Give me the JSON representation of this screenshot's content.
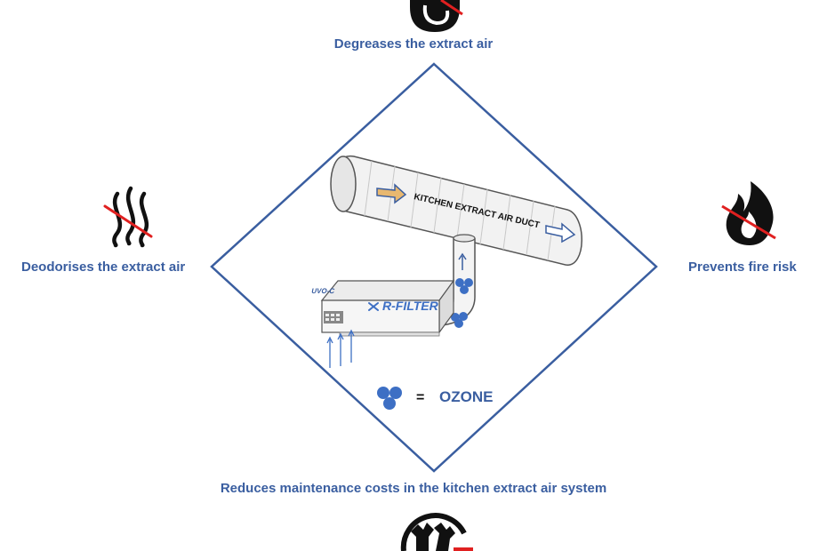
{
  "benefits": {
    "top": "Degreases the extract air",
    "left": "Deodorises the extract air",
    "right": "Prevents fire risk",
    "bottom": "Reduces maintenance costs in the kitchen extract air system"
  },
  "duct": {
    "label": "KITCHEN EXTRACT AIR DUCT"
  },
  "unit": {
    "line1": "UVO-C",
    "line2": "R-FILTER"
  },
  "legend": {
    "equals": "=",
    "text": "OZONE"
  },
  "colors": {
    "accent": "#3a5ea0",
    "ozone": "#3d6fc4",
    "strike": "#e02020",
    "diamond": "#3a5ea0"
  },
  "icons": {
    "top": "grease-drop-crossed-icon",
    "left": "odor-waves-crossed-icon",
    "right": "flame-crossed-icon",
    "bottom": "tools-crossed-icon"
  }
}
